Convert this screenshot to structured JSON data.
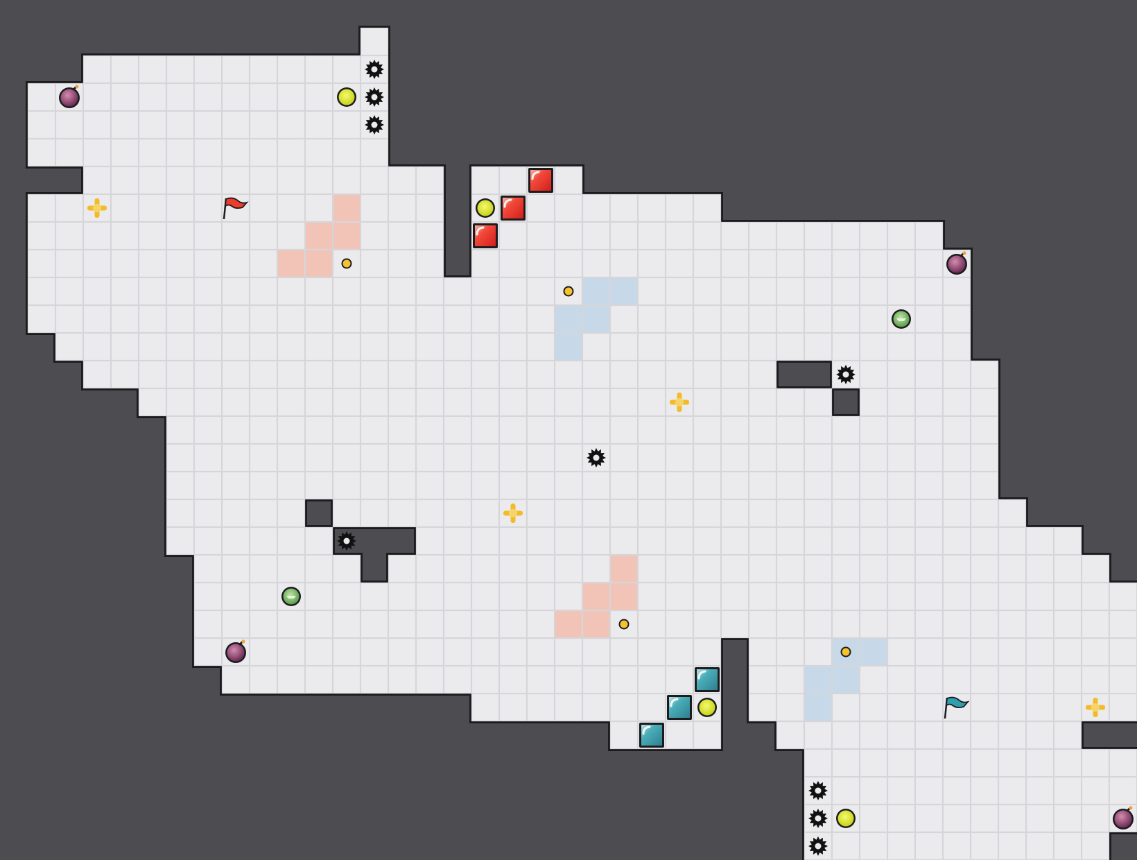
{
  "game": {
    "type": "top-down arena map",
    "cell_size_px": 40,
    "grid_columns": 41,
    "grid_rows": 31,
    "colors": {
      "background": "#000000",
      "wall": "#4d4c51",
      "wall_edge": "#1c1c1f",
      "floor": "#ebebed",
      "floor_grid": "#d6d6da",
      "red_team": "#ef3b2c",
      "red_tint": "#f1c4b7",
      "blue_team": "#2f9fae",
      "blue_tint": "#c7d8e8",
      "powerup_yellow": "#e4ee2a",
      "boost": "#f2bb2a",
      "bomb": "#8e3c6a",
      "spike": "#111111"
    }
  },
  "map": {
    "floor_columns": [
      {
        "col": 0,
        "rows": [
          [
            2,
            4
          ],
          [
            6,
            10
          ]
        ]
      },
      {
        "col": 1,
        "rows": [
          [
            2,
            4
          ],
          [
            6,
            11
          ]
        ]
      },
      {
        "col": 2,
        "rows": [
          [
            1,
            12
          ]
        ]
      },
      {
        "col": 3,
        "rows": [
          [
            1,
            12
          ]
        ]
      },
      {
        "col": 4,
        "rows": [
          [
            1,
            13
          ]
        ]
      },
      {
        "col": 5,
        "rows": [
          [
            1,
            18
          ]
        ]
      },
      {
        "col": 6,
        "rows": [
          [
            1,
            22
          ]
        ]
      },
      {
        "col": 7,
        "rows": [
          [
            1,
            23
          ]
        ]
      },
      {
        "col": 8,
        "rows": [
          [
            1,
            23
          ]
        ]
      },
      {
        "col": 9,
        "rows": [
          [
            1,
            23
          ]
        ]
      },
      {
        "col": 10,
        "rows": [
          [
            1,
            16
          ],
          [
            18,
            23
          ]
        ]
      },
      {
        "col": 11,
        "rows": [
          [
            1,
            17
          ],
          [
            19,
            23
          ]
        ]
      },
      {
        "col": 12,
        "rows": [
          [
            0,
            17
          ],
          [
            20,
            23
          ]
        ]
      },
      {
        "col": 13,
        "rows": [
          [
            5,
            17
          ],
          [
            19,
            23
          ]
        ]
      },
      {
        "col": 14,
        "rows": [
          [
            5,
            23
          ]
        ]
      },
      {
        "col": 15,
        "rows": [
          [
            9,
            23
          ]
        ]
      },
      {
        "col": 16,
        "rows": [
          [
            5,
            24
          ]
        ]
      },
      {
        "col": 17,
        "rows": [
          [
            5,
            24
          ]
        ]
      },
      {
        "col": 18,
        "rows": [
          [
            5,
            24
          ]
        ]
      },
      {
        "col": 19,
        "rows": [
          [
            5,
            24
          ]
        ]
      },
      {
        "col": 20,
        "rows": [
          [
            6,
            24
          ]
        ]
      },
      {
        "col": 21,
        "rows": [
          [
            6,
            25
          ]
        ]
      },
      {
        "col": 22,
        "rows": [
          [
            6,
            25
          ]
        ]
      },
      {
        "col": 23,
        "rows": [
          [
            6,
            25
          ]
        ]
      },
      {
        "col": 24,
        "rows": [
          [
            6,
            25
          ]
        ]
      },
      {
        "col": 25,
        "rows": [
          [
            7,
            21
          ]
        ]
      },
      {
        "col": 26,
        "rows": [
          [
            7,
            24
          ]
        ]
      },
      {
        "col": 27,
        "rows": [
          [
            7,
            11
          ],
          [
            13,
            25
          ]
        ]
      },
      {
        "col": 28,
        "rows": [
          [
            7,
            11
          ],
          [
            13,
            29
          ]
        ]
      },
      {
        "col": 29,
        "rows": [
          [
            7,
            12
          ],
          [
            14,
            29
          ]
        ]
      },
      {
        "col": 30,
        "rows": [
          [
            7,
            29
          ]
        ]
      },
      {
        "col": 31,
        "rows": [
          [
            7,
            29
          ]
        ]
      },
      {
        "col": 32,
        "rows": [
          [
            7,
            29
          ]
        ]
      },
      {
        "col": 33,
        "rows": [
          [
            8,
            29
          ]
        ]
      },
      {
        "col": 34,
        "rows": [
          [
            12,
            29
          ]
        ]
      },
      {
        "col": 35,
        "rows": [
          [
            17,
            29
          ]
        ]
      },
      {
        "col": 36,
        "rows": [
          [
            18,
            29
          ]
        ]
      },
      {
        "col": 37,
        "rows": [
          [
            18,
            29
          ]
        ]
      },
      {
        "col": 38,
        "rows": [
          [
            19,
            24
          ],
          [
            26,
            29
          ]
        ]
      },
      {
        "col": 39,
        "rows": [
          [
            20,
            24
          ],
          [
            26,
            28
          ]
        ]
      }
    ],
    "red_zone_cells": [
      [
        11,
        6
      ],
      [
        10,
        7
      ],
      [
        11,
        7
      ],
      [
        9,
        8
      ],
      [
        10,
        8
      ],
      [
        21,
        19
      ],
      [
        20,
        20
      ],
      [
        21,
        20
      ],
      [
        19,
        21
      ],
      [
        20,
        21
      ]
    ],
    "blue_zone_cells": [
      [
        20,
        9
      ],
      [
        21,
        9
      ],
      [
        19,
        10
      ],
      [
        20,
        10
      ],
      [
        19,
        11
      ],
      [
        29,
        22
      ],
      [
        30,
        22
      ],
      [
        28,
        23
      ],
      [
        29,
        23
      ],
      [
        28,
        24
      ]
    ],
    "red_gates": [
      [
        18,
        5
      ],
      [
        17,
        6
      ],
      [
        16,
        7
      ]
    ],
    "blue_gates": [
      [
        24,
        23
      ],
      [
        23,
        24
      ],
      [
        22,
        25
      ]
    ],
    "yellow_powerups": [
      [
        11,
        2
      ],
      [
        16,
        6
      ],
      [
        24,
        24
      ],
      [
        29,
        28
      ]
    ],
    "green_powerups": [
      [
        31,
        10
      ],
      [
        9,
        20
      ]
    ],
    "boosts": [
      [
        2,
        6
      ],
      [
        23,
        13
      ],
      [
        17,
        17
      ],
      [
        38,
        24
      ]
    ],
    "bombs": [
      [
        1,
        2
      ],
      [
        33,
        8
      ],
      [
        7,
        22
      ],
      [
        39,
        28
      ]
    ],
    "spikes": [
      [
        12,
        1
      ],
      [
        12,
        2
      ],
      [
        12,
        3
      ],
      [
        29,
        12
      ],
      [
        20,
        15
      ],
      [
        11,
        18
      ],
      [
        28,
        27
      ],
      [
        28,
        28
      ],
      [
        28,
        29
      ]
    ],
    "small_dots": [
      [
        11,
        8
      ],
      [
        19,
        9
      ],
      [
        21,
        21
      ],
      [
        29,
        22
      ]
    ],
    "flags": [
      {
        "team": "red",
        "cell": [
          7,
          6
        ]
      },
      {
        "team": "blue",
        "cell": [
          33,
          24
        ]
      }
    ]
  }
}
